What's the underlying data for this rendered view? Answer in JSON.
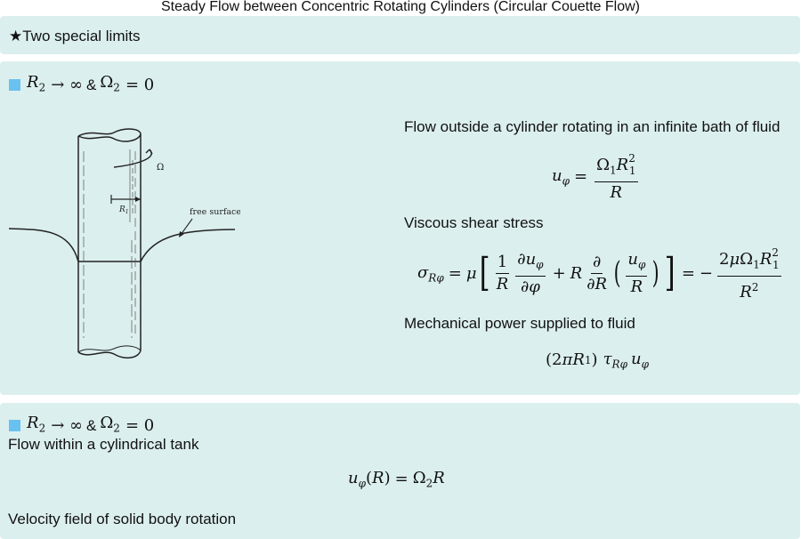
{
  "title": "Steady Flow between Concentric Rotating Cylinders (Circular Couette Flow)",
  "heading": "★Two special limits",
  "section1": {
    "limit_r2": "R",
    "limit_r2_sub": "2",
    "limit_arrow": "→ ∞",
    "limit_amp": "&",
    "limit_omega": "Ω",
    "limit_omega_sub": "2",
    "limit_eq": "= 0",
    "figure_omega_label": "Ω",
    "figure_r1_label": "R",
    "figure_r1_sub": "1",
    "figure_free_surface": "free surface",
    "desc1": "Flow outside a cylinder rotating in an infinite bath of fluid",
    "desc2": "Viscous shear stress",
    "desc3": "Mechanical power supplied to fluid"
  },
  "section2": {
    "limit_r2": "R",
    "limit_r2_sub": "2",
    "limit_arrow": "→ ∞",
    "limit_amp": "&",
    "limit_omega": "Ω",
    "limit_omega_sub": "2",
    "limit_eq": "= 0",
    "desc1": "Flow within a cylindrical tank",
    "desc2": "Velocity field of solid body rotation"
  },
  "colors": {
    "panel_bg": "#dcefef",
    "bullet": "#69c1ef"
  }
}
